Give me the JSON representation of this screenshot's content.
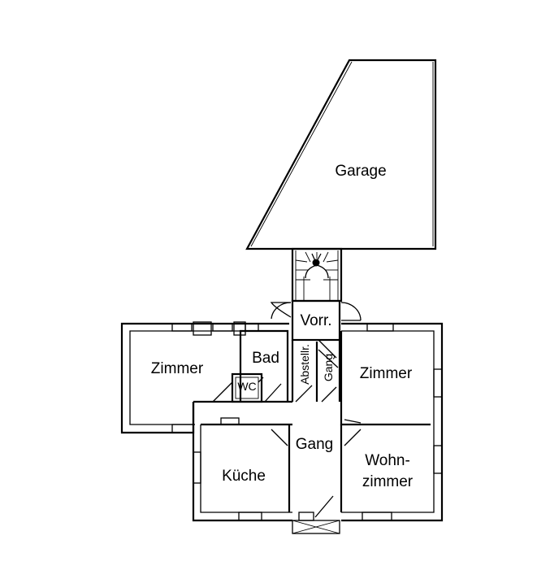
{
  "rooms": {
    "garage": "Garage",
    "vorraum": "Vorr.",
    "bad": "Bad",
    "abstellraum": "Abstellr.",
    "gang_small": "Gang",
    "zimmer_left": "Zimmer",
    "zimmer_right": "Zimmer",
    "wc": "WC",
    "gang_main": "Gang",
    "kueche": "Küche",
    "wohnzimmer_line1": "Wohn-",
    "wohnzimmer_line2": "zimmer"
  }
}
